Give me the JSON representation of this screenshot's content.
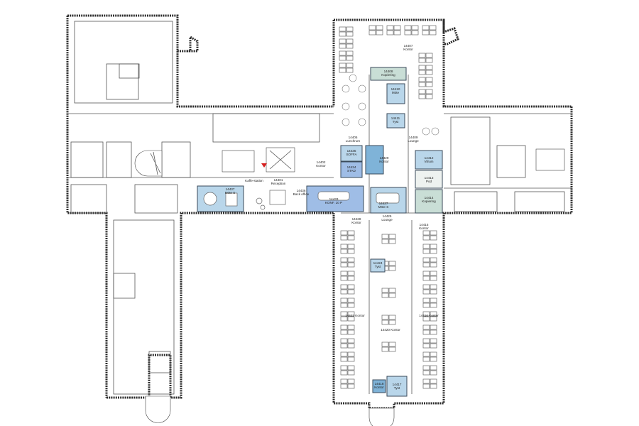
{
  "colors": {
    "meeting_blue": "#b9d6ea",
    "conf_blue": "#9fbde6",
    "room_teal": "#c9ded6",
    "phone_blue": "#7fb3d8",
    "marker_red": "#d62020",
    "wall": "#2b2b2b"
  },
  "rooms": [
    {
      "id": "r14407a",
      "num": "14407",
      "name": "Kontor"
    },
    {
      "id": "r14408",
      "num": "14408",
      "name": "Kopiering"
    },
    {
      "id": "r14410",
      "num": "14410",
      "name": "Möte"
    },
    {
      "id": "r14411",
      "num": "14411",
      "name": "Tyst"
    },
    {
      "id": "r14405",
      "num": "14405",
      "name": "Lunchrum"
    },
    {
      "id": "r14409",
      "num": "14409",
      "name": "Lounge"
    },
    {
      "id": "r14435",
      "num": "14435",
      "name": "SOFFA"
    },
    {
      "id": "r14434",
      "num": "14434",
      "name": "STAD"
    },
    {
      "id": "r14429",
      "num": "14429",
      "name": "Kontor"
    },
    {
      "id": "r14402",
      "num": "14402",
      "name": "Kontor"
    },
    {
      "id": "r14401",
      "num": "14401",
      "name": "Reception"
    },
    {
      "id": "r14412",
      "num": "14412",
      "name": "Vilrum"
    },
    {
      "id": "r14413",
      "num": "14413",
      "name": "Pod"
    },
    {
      "id": "r14414",
      "num": "14414",
      "name": "Kopiering"
    },
    {
      "id": "r14437",
      "num": "14437",
      "name": "Möte S"
    },
    {
      "id": "r14436",
      "num": "14436",
      "name": "Back office"
    },
    {
      "id": "r14433",
      "num": "14433",
      "name": "KONF. 10 P"
    },
    {
      "id": "r14427",
      "num": "14427",
      "name": "Möte S"
    },
    {
      "id": "r14425",
      "num": "14425",
      "name": "Lounge"
    },
    {
      "id": "r14428",
      "num": "14428",
      "name": "Kontor"
    },
    {
      "id": "r14415",
      "num": "14415",
      "name": "Kontor"
    },
    {
      "id": "r14424",
      "num": "14424",
      "name": "Tyst"
    },
    {
      "id": "r14422",
      "num": "14422",
      "name": "Kontor"
    },
    {
      "id": "r14416",
      "num": "14416",
      "name": "Kontor"
    },
    {
      "id": "r14420",
      "num": "14420",
      "name": "Kontor"
    },
    {
      "id": "r14417",
      "num": "14417",
      "name": "Tyst"
    },
    {
      "id": "r14418",
      "num": "14418",
      "name": "Kontor"
    }
  ],
  "labels": {
    "kaffe": "Kaffe-station"
  }
}
